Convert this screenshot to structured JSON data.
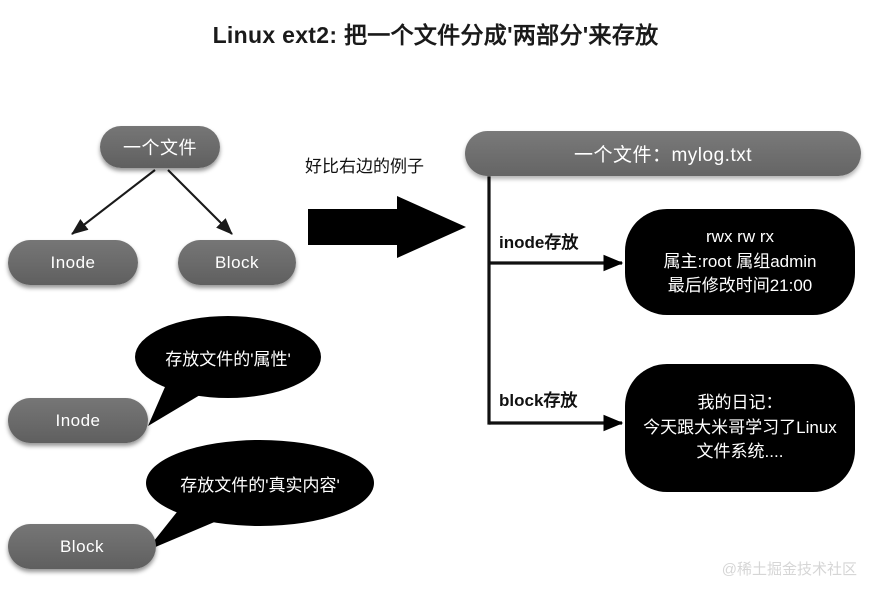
{
  "page": {
    "title": "Linux ext2: 把一个文件分成'两部分'来存放",
    "background_color": "#ffffff",
    "watermark": "@稀土掘金技术社区"
  },
  "colors": {
    "pill_gray": "#6a6a6a",
    "header_gray": "#6e6e6e",
    "box_black": "#000000",
    "text_dark": "#1a1a1a",
    "text_light": "#ffffff",
    "watermark_gray": "#d6d6d6"
  },
  "left_diagram": {
    "root_node": "一个文件",
    "children": [
      {
        "label": "Inode"
      },
      {
        "label": "Block"
      }
    ]
  },
  "middle": {
    "arrow_note": "好比右边的例子",
    "arrow_icon": "thick-right-arrow-icon"
  },
  "callouts": [
    {
      "bubble_text": "存放文件的'属性'",
      "target_label": "Inode"
    },
    {
      "bubble_text": "存放文件的'真实内容'",
      "target_label": "Block"
    }
  ],
  "right_example": {
    "header": "一个文件：mylog.txt",
    "branches": [
      {
        "connector_label": "inode存放",
        "lines": [
          "rwx rw rx",
          "属主:root 属组admin",
          "最后修改时间21:00"
        ]
      },
      {
        "connector_label": "block存放",
        "lines": [
          "我的日记：",
          "今天跟大米哥学习了Linux",
          "文件系统...."
        ]
      }
    ]
  }
}
